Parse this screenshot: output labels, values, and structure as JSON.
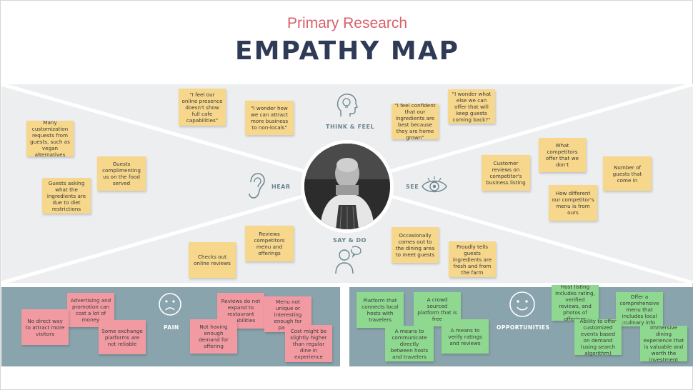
{
  "header": {
    "subtitle": "Primary Research",
    "title": "EMPATHY MAP"
  },
  "quadrants": {
    "think_feel": "THINK & FEEL",
    "hear": "HEAR",
    "see": "SEE",
    "say_do": "SAY & DO"
  },
  "notes": {
    "think_feel": [
      "\"I feel our online presence doesn't show full cafe capabilities\"",
      "\"I wonder how we can attract more business to non-locals\"",
      "\"I feel confident that our ingredients are best because they are home grown\"",
      "\"I wonder what else we can offer that will keep guests coming back?\""
    ],
    "hear": [
      "Many customization requests from guests, such as vegan alternatives",
      "Guests complimenting us on the food served",
      "Guests asking what the ingredients are due to diet restrictions"
    ],
    "see": [
      "What competitors offer that we don't",
      "Customer reviews on competitor's business listing",
      "Number of guests that come in",
      "How different our competitor's menu is from ours"
    ],
    "say_do": [
      "Reviews competitors menu and offerings",
      "Checks out online reviews",
      "Occasionally comes out to the dining area to meet guests",
      "Proudly tells guests ingredients are fresh and from the farm"
    ]
  },
  "pain": {
    "label": "PAIN",
    "notes": [
      "Advertising and promotion can cost a lot of money",
      "No direct way to attract more visitors",
      "Some exchange platforms are not reliable",
      "Reviews do not expand to restaurant capabilities",
      "Not having enough demand for offering",
      "Menu not unique or interesting enough for patrons",
      "Cost might be slightly higher than regular dine in experience"
    ]
  },
  "opportunities": {
    "label": "OPPORTUNITIES",
    "notes": [
      "Platform that connects local hosts with travelers",
      "A crowd sourced platform that is free",
      "A means to communicate directly between hosts and travelers",
      "A means to verify ratings and reviews",
      "Host listing includes rating, verified reviews, and photos of offerings",
      "Offer a comprehensive menu that includes local culinary info",
      "Ability to offer customized events based on demand (using search algorithm)",
      "Immersive dining experience that is valuable and worth the investment"
    ]
  },
  "colors": {
    "accent": "#d9606b",
    "title": "#2f3b56",
    "panel": "#8aa4ad",
    "yellow_note": "#f6d78b",
    "pink_note": "#f29aa2",
    "green_note": "#8fd88f"
  }
}
